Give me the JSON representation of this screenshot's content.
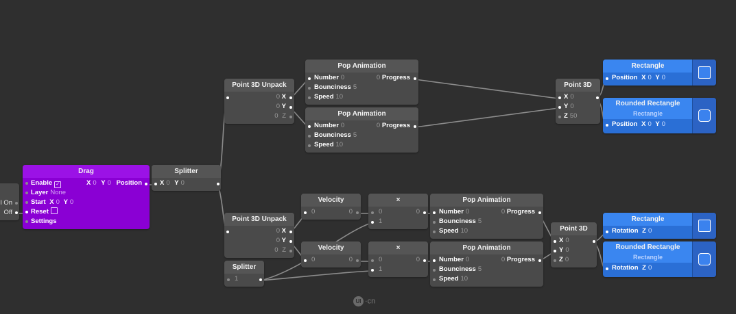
{
  "drag": {
    "title": "Drag",
    "enable": "Enable",
    "check": "✓",
    "x": "X",
    "x_val": "0",
    "y": "Y",
    "y_val": "0",
    "position": "Position",
    "layer": "Layer",
    "layer_val": "None",
    "start": "Start",
    "start_x": "X",
    "start_x_val": "0",
    "start_y": "Y",
    "start_y_val": "0",
    "reset": "Reset",
    "settings": "Settings"
  },
  "left_edge": {
    "on": "l On",
    "off": "Off"
  },
  "splitter_top": {
    "title": "Splitter",
    "x": "X",
    "x_val": "0",
    "y": "Y",
    "y_val": "0"
  },
  "unpack_top": {
    "title": "Point 3D Unpack",
    "x_val": "0",
    "x": "X",
    "y_val": "0",
    "y": "Y",
    "z_val": "0",
    "z": "Z"
  },
  "unpack_bottom": {
    "title": "Point 3D Unpack",
    "x_val": "0",
    "x": "X",
    "y_val": "0",
    "y": "Y",
    "z_val": "0",
    "z": "Z"
  },
  "pop1": {
    "title": "Pop Animation",
    "number": "Number",
    "number_val": "0",
    "progress_val": "0",
    "progress": "Progress",
    "bounciness": "Bounciness",
    "bounciness_val": "5",
    "speed": "Speed",
    "speed_val": "10"
  },
  "pop2": {
    "title": "Pop Animation",
    "number": "Number",
    "number_val": "0",
    "progress_val": "0",
    "progress": "Progress",
    "bounciness": "Bounciness",
    "bounciness_val": "5",
    "speed": "Speed",
    "speed_val": "10"
  },
  "pop3": {
    "title": "Pop Animation",
    "number": "Number",
    "number_val": "0",
    "progress_val": "0",
    "progress": "Progress",
    "bounciness": "Bounciness",
    "bounciness_val": "5",
    "speed": "Speed",
    "speed_val": "10"
  },
  "pop4": {
    "title": "Pop Animation",
    "number": "Number",
    "number_val": "0",
    "progress_val": "0",
    "progress": "Progress",
    "bounciness": "Bounciness",
    "bounciness_val": "5",
    "speed": "Speed",
    "speed_val": "10"
  },
  "point3d_top": {
    "title": "Point 3D",
    "x": "X",
    "x_val": "0",
    "y": "Y",
    "y_val": "0",
    "z": "Z",
    "z_val": "50"
  },
  "point3d_bottom": {
    "title": "Point 3D",
    "x": "X",
    "x_val": "0",
    "y": "Y",
    "y_val": "0",
    "z": "Z",
    "z_val": "0"
  },
  "rect1": {
    "title": "Rectangle",
    "position": "Position",
    "x": "X",
    "x_val": "0",
    "y": "Y",
    "y_val": "0"
  },
  "rrect1": {
    "title": "Rounded Rectangle",
    "subtitle": "Rectangle",
    "position": "Position",
    "x": "X",
    "x_val": "0",
    "y": "Y",
    "y_val": "0"
  },
  "rect2": {
    "title": "Rectangle",
    "rotation": "Rotation",
    "z": "Z",
    "z_val": "0"
  },
  "rrect2": {
    "title": "Rounded Rectangle",
    "subtitle": "Rectangle",
    "rotation": "Rotation",
    "z": "Z",
    "z_val": "0"
  },
  "velocity1": {
    "title": "Velocity",
    "in_val": "0",
    "out_val": "0"
  },
  "velocity2": {
    "title": "Velocity",
    "in_val": "0",
    "out_val": "0"
  },
  "mult1": {
    "title": "×",
    "a_val": "0",
    "b_val": "1",
    "out_val": "0"
  },
  "mult2": {
    "title": "×",
    "a_val": "0",
    "b_val": "1",
    "out_val": "0"
  },
  "splitter_bottom": {
    "title": "Splitter",
    "val": "1"
  },
  "watermark": {
    "logo": "UI",
    "text": "·cn"
  },
  "colors": {
    "canvas": "#2f2f2f",
    "node": "#4a4a4a",
    "drag": "#8a00d4",
    "layer_blue": "#2a6fd6",
    "wire": "#8c8c8c"
  }
}
